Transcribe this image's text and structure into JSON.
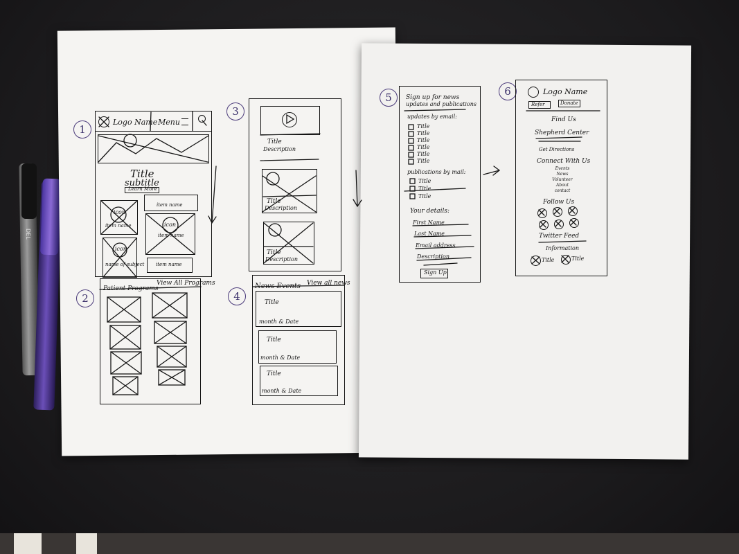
{
  "sketch1": {
    "number": "1",
    "logo": "Logo Name",
    "menu": "Menu",
    "title": "Title",
    "subtitle": "subtitle",
    "button": "Learn More",
    "icon_label": "icon",
    "item_name": "item name",
    "item_name2": "item name",
    "icon_subject": "name of subject"
  },
  "sketch2": {
    "number": "2",
    "left": "Patient Programs",
    "right": "View All Programs"
  },
  "sketch3": {
    "number": "3",
    "title": "Title",
    "description": "Description"
  },
  "sketch4": {
    "number": "4",
    "left": "News Events",
    "right": "View all news",
    "items": [
      {
        "title": "Title",
        "date": "month & Date"
      },
      {
        "title": "Title",
        "date": "month & Date"
      },
      {
        "title": "Title",
        "date": "month & Date"
      }
    ]
  },
  "sketch5": {
    "number": "5",
    "heading_line1": "Sign up for news",
    "heading_line2": "updates and publications",
    "email_heading": "updates by email:",
    "email_items": [
      "Title",
      "Title",
      "Title",
      "Title",
      "Title",
      "Title"
    ],
    "mail_heading": "publications by mail:",
    "mail_items": [
      "Title",
      "Title",
      "Title"
    ],
    "details_heading": "Your details:",
    "fields": [
      "First Name",
      "Last Name",
      "Email address",
      "Description"
    ],
    "button": "Sign Up"
  },
  "sketch6": {
    "number": "6",
    "logo": "Logo Name",
    "refer": "Refer",
    "donate": "Donate",
    "find_us": "Find Us",
    "center": "Shepherd Center",
    "directions": "Get Directions",
    "connect": "Connect With Us",
    "connect_items": [
      "Events",
      "News",
      "Volunteer",
      "About",
      "contact"
    ],
    "follow": "Follow Us",
    "twitter": "Twitter Feed",
    "information": "Information",
    "footer_left": "Title",
    "footer_right": "Title"
  },
  "pen": {
    "brand": "DEL"
  },
  "colors": {
    "paper": "#f3f2f0",
    "ink": "#151515",
    "number_ink": "#3a2f6a",
    "table": "#1d1c1d"
  }
}
